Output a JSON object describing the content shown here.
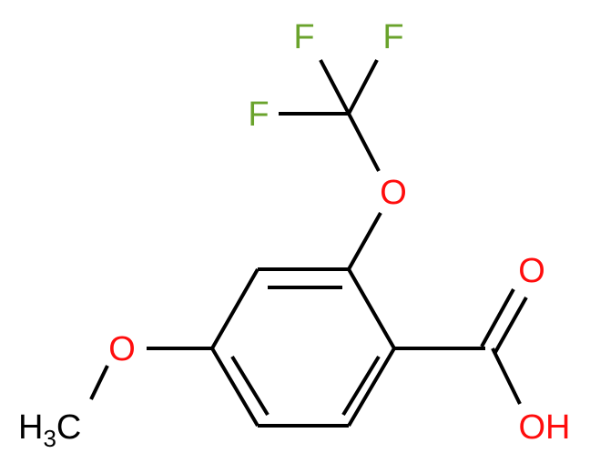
{
  "molecule": {
    "atoms": {
      "f1": "F",
      "f2": "F",
      "f3": "F",
      "o_ether_top": "O",
      "o_carbonyl": "O",
      "oh": "OH",
      "o_methoxy": "O",
      "ch3_h": "H",
      "ch3_sub": "3",
      "ch3_c": "C"
    },
    "colors": {
      "oxygen": "#ff0d0d",
      "fluorine": "#6aa32c",
      "carbon": "#000000"
    }
  }
}
